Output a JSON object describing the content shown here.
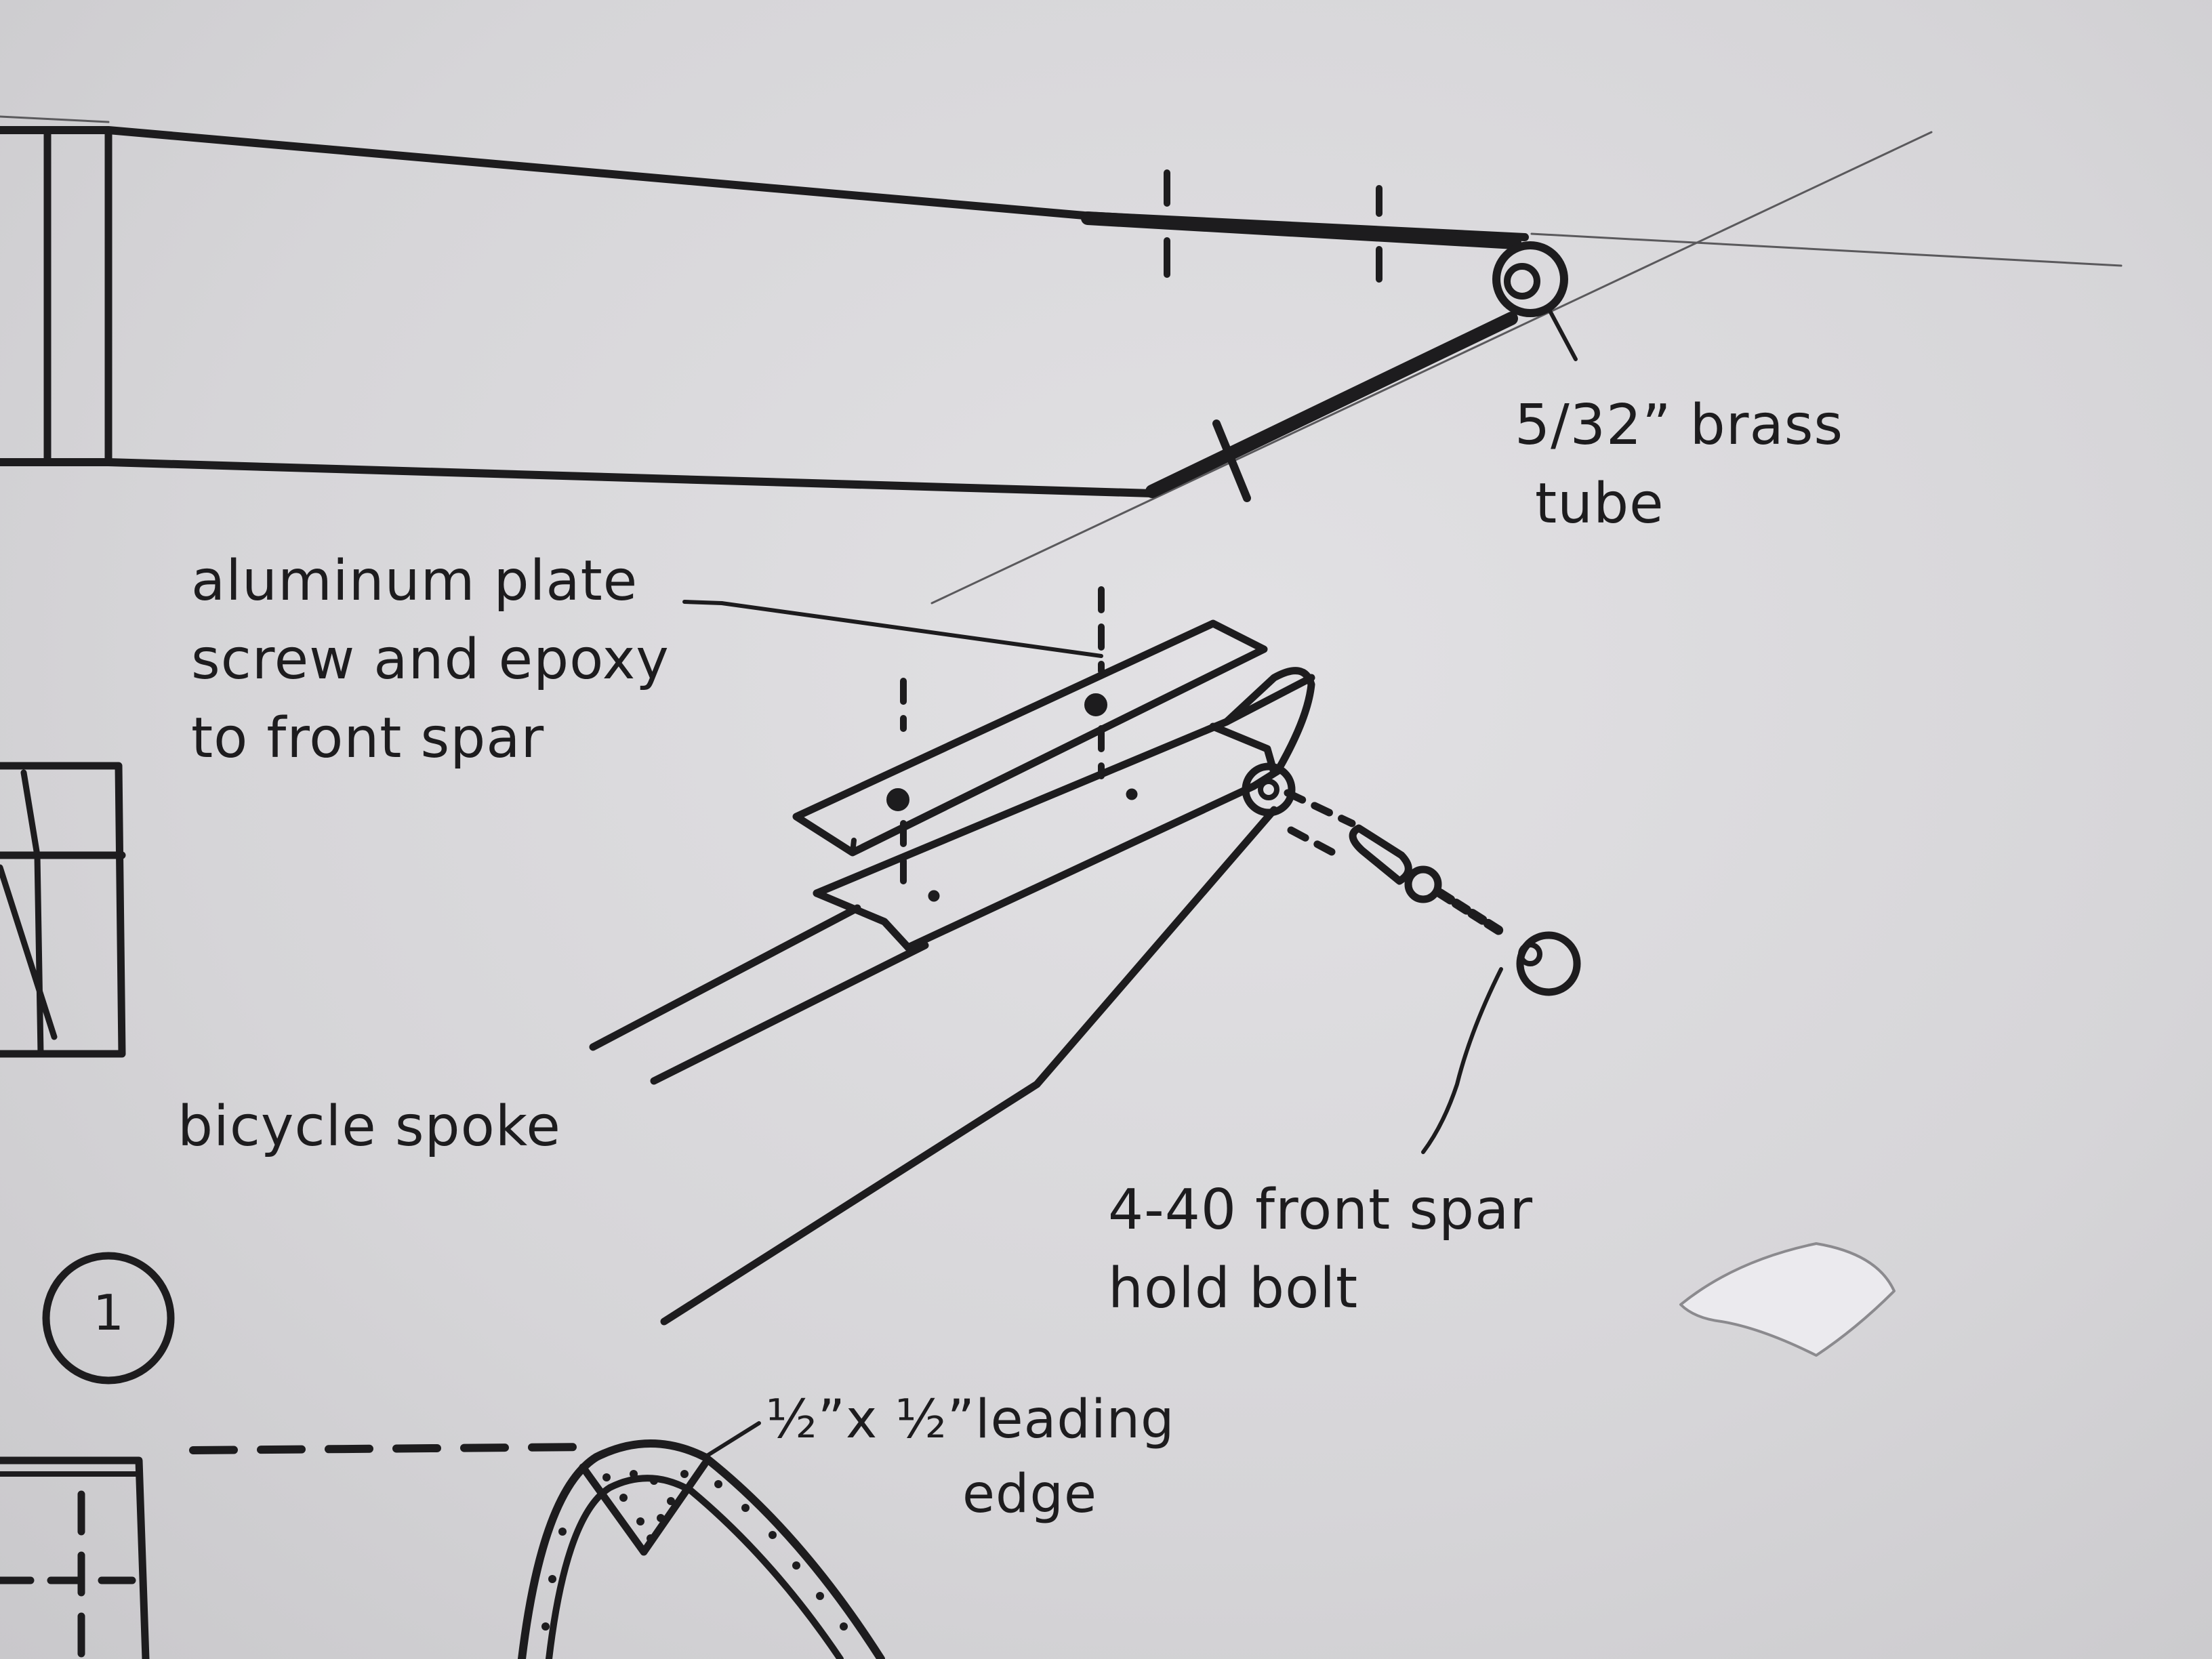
{
  "labels": {
    "brass_tube": [
      "5/32” brass",
      "tube"
    ],
    "aluminum_plate": [
      "aluminum plate",
      "screw and epoxy",
      "to front spar"
    ],
    "bicycle_spoke": [
      "bicycle spoke"
    ],
    "spar_bolt": [
      "4-40 front spar",
      "hold bolt"
    ],
    "leading_edge": [
      "½”x ½”leading",
      "edge"
    ]
  },
  "detail_callout": "1",
  "colors": {
    "ink": "#1d1c1e",
    "paper": "#d7d6d9",
    "guide": "#5a595c"
  }
}
